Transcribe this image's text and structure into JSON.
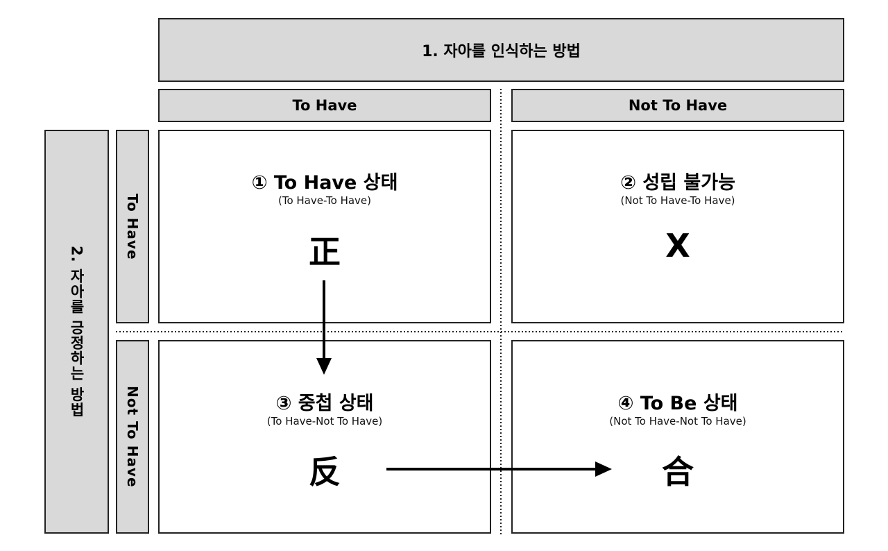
{
  "header": {
    "title": "1. 자아를 인식하는 방법",
    "col_to_have": "To Have",
    "col_not_to_have": "Not To Have"
  },
  "side": {
    "title": "2. 자아를 긍정하는 방법",
    "row_to_have": "To Have",
    "row_not_to_have": "Not To Have"
  },
  "cells": [
    {
      "title": "① To Have 상태",
      "subtitle": "(To Have-To Have)",
      "symbol": "正"
    },
    {
      "title": "② 성립 불가능",
      "subtitle": "(Not To Have-To Have)",
      "symbol": "X"
    },
    {
      "title": "③ 중첩 상태",
      "subtitle": "(To Have-Not To Have)",
      "symbol": "反"
    },
    {
      "title": "④ To Be 상태",
      "subtitle": "(Not To Have-Not To Have)",
      "symbol": "合"
    }
  ]
}
